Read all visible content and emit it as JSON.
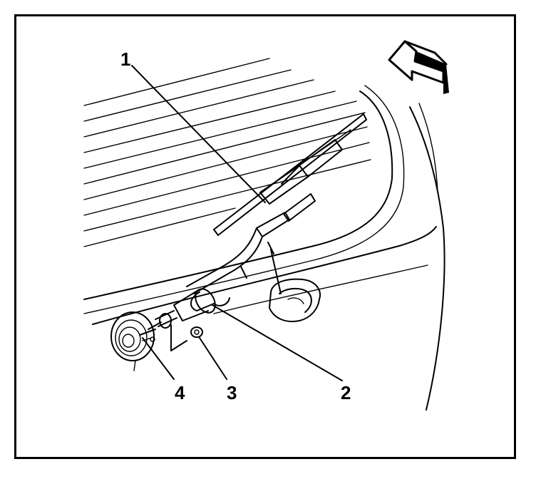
{
  "diagram": {
    "callouts": [
      {
        "id": "1",
        "label": "1"
      },
      {
        "id": "2",
        "label": "2"
      },
      {
        "id": "3",
        "label": "3"
      },
      {
        "id": "4",
        "label": "4"
      }
    ],
    "colors": {
      "ink": "#000000",
      "paper": "#ffffff"
    },
    "icons": [
      "direction-arrow-icon"
    ]
  }
}
